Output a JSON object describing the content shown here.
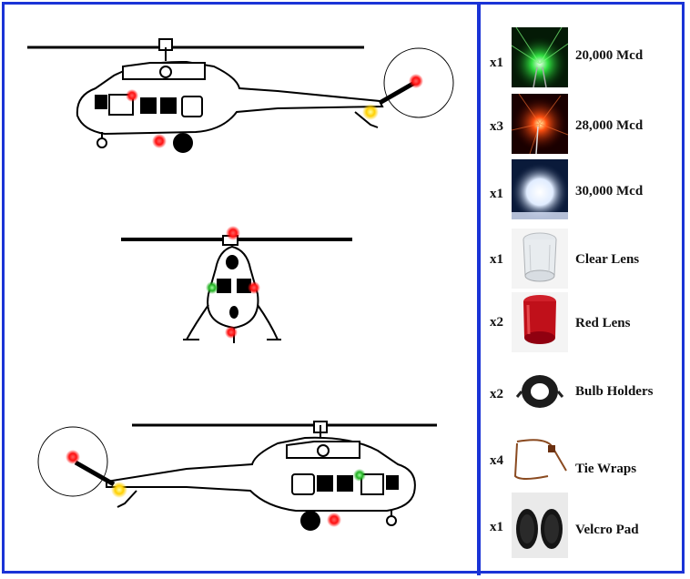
{
  "items": [
    {
      "qty": "x1",
      "label": "20,000 Mcd",
      "image": "green-led-image"
    },
    {
      "qty": "x3",
      "label": "28,000 Mcd",
      "image": "red-led-image"
    },
    {
      "qty": "x1",
      "label": "30,000 Mcd",
      "image": "white-led-image"
    },
    {
      "qty": "x1",
      "label": "Clear Lens",
      "image": "clear-lens-image"
    },
    {
      "qty": "x2",
      "label": "Red Lens",
      "image": "red-lens-image"
    },
    {
      "qty": "x2",
      "label": "Bulb Holders",
      "image": "bulb-holder-image"
    },
    {
      "qty": "x4",
      "label": "Tie Wraps",
      "image": "tie-wrap-image"
    },
    {
      "qty": "x1",
      "label": "Velcro Pad",
      "image": "velcro-pad-image"
    }
  ],
  "colors": {
    "border": "#1a33d6",
    "light_red": "#ff2020",
    "light_green": "#30c030",
    "light_yellow": "#ffd21a"
  }
}
